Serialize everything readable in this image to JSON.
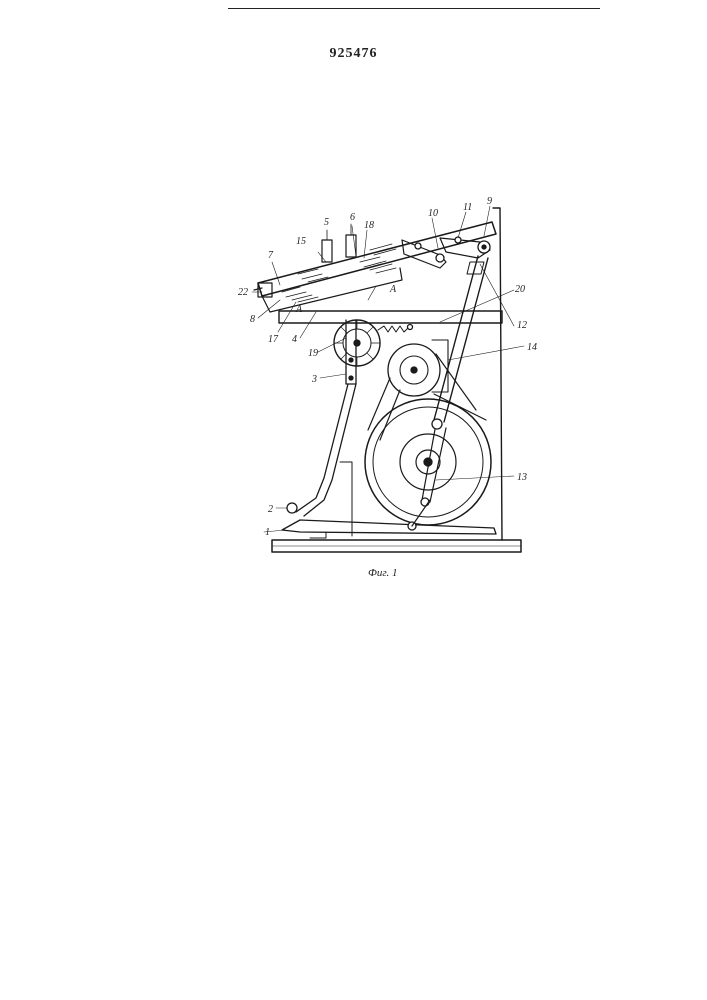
{
  "document": {
    "patent_number": "925476",
    "figure_caption": "Фиг. 1"
  },
  "labels": {
    "l1": "1",
    "l2": "2",
    "l3": "3",
    "l4": "4",
    "l5": "5",
    "l6": "6",
    "l7": "7",
    "l8": "8",
    "l9": "9",
    "l10": "10",
    "l11": "11",
    "l12": "12",
    "l13": "13",
    "l14": "14",
    "l15": "15",
    "l17": "17",
    "l18": "18",
    "l19": "19",
    "l20": "20",
    "l22": "22",
    "section_a_left": "A",
    "section_a_right": "A"
  }
}
